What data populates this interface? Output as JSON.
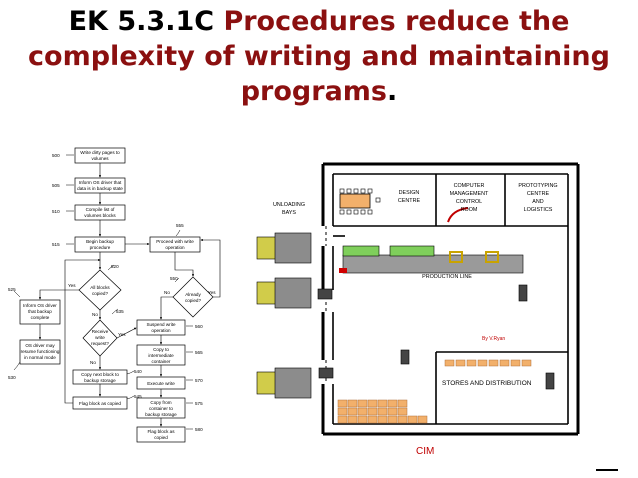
{
  "slide": {
    "title_prefix": "EK 5.3.1C ",
    "title_red_1": "Procedures reduce the",
    "title_red_2": "complexity of writing and maintaining",
    "title_red_3": "programs",
    "title_period": "."
  },
  "flowchart": {
    "nodes": {
      "write_dirty": [
        "Write dirty pages to",
        "volumes"
      ],
      "inform_os": [
        "Inform OS driver that",
        "data is in backup state"
      ],
      "compile_list": [
        "Compile list of",
        "volumes blocks"
      ],
      "begin_backup": [
        "Begin backup",
        "procedure"
      ],
      "proceed_writes": [
        "Proceed with write",
        "operation"
      ],
      "all_blocks": [
        "All blocks",
        "copied?"
      ],
      "already_copied": [
        "Already",
        "copied?"
      ],
      "inform_complete": [
        "Inform OS driver",
        "that backup",
        "complete"
      ],
      "os_resume": [
        "OS driver may",
        "resume functioning",
        "in normal mode"
      ],
      "receive_write": [
        "Receive",
        "write",
        "request?"
      ],
      "suspend_write": [
        "Suspend write",
        "operation"
      ],
      "copy_intermediate": [
        "Copy to",
        "intermediate",
        "container"
      ],
      "copy_next": [
        "Copy next block to",
        "backup storage"
      ],
      "execute_write": [
        "Execute write"
      ],
      "flag_block": [
        "Flag block as copied"
      ],
      "copy_from": [
        "Copy from",
        "container to",
        "backup storage"
      ],
      "flag_block2": [
        "Flag block as",
        "copied"
      ]
    },
    "refs": {
      "r500": "500",
      "r505": "505",
      "r510": "510",
      "r515": "515",
      "r520": "520",
      "r525": "525",
      "r530": "530",
      "r535": "535",
      "r540": "540",
      "r545": "545",
      "r550": "550",
      "r555": "555",
      "r560": "560",
      "r565": "565",
      "r570": "570",
      "r575": "575",
      "r580": "580"
    },
    "edge_labels": {
      "yes_left": "Yes",
      "no_down": "No",
      "yes_right": "Yes",
      "no_receive": "No",
      "no_already": "No",
      "yes_already": "Yes"
    }
  },
  "factory": {
    "unloading_bays": [
      "UNLOADING",
      "BAYS"
    ],
    "design_centre": [
      "DESIGN",
      "CENTRE"
    ],
    "computer_room": [
      "COMPUTER",
      "MANAGEMENT",
      "CONTROL",
      "ROOM"
    ],
    "prototyping": [
      "PROTOTYPING",
      "CENTRE",
      "AND",
      "LOGISTICS"
    ],
    "production_line": "PRODUCTION LINE",
    "author": "By V.Ryan",
    "stores": "STORES AND DISTRIBUTION",
    "caption": "CIM",
    "colors": {
      "border": "#000000",
      "caption": "#c00000",
      "truck_cab": "#c9c24a",
      "truck_body": "#8a8a8a",
      "crates": "#f2b06b",
      "green_machine": "#7fcf5b"
    }
  }
}
